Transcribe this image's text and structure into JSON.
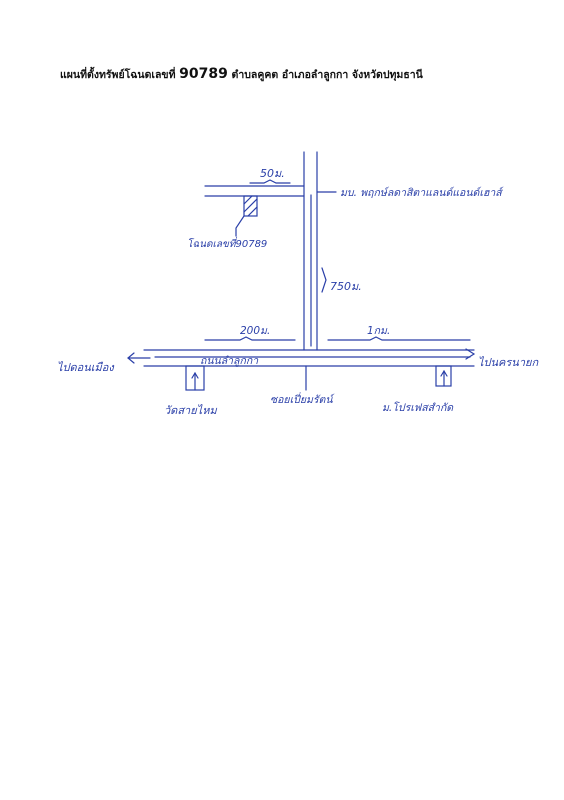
{
  "title": {
    "prefix": "แผนที่ตั้งทรัพย์โฉนดเลขที่",
    "number": "90789",
    "suffix": "ตำบลคูคต อำเภอลำลูกกา จังหวัดปทุมธานี"
  },
  "labels": {
    "dist_top": "50ม.",
    "village": "มบ. พฤกษ์ลดาสิตาแลนด์แอนด์เฮาส์",
    "deed": "โฉนดเลขที่90789",
    "dist_vertical": "750ม.",
    "dist_left": "200ม.",
    "dist_right": "1กม.",
    "road": "ถนนลำลูกกา",
    "to_left": "ไปดอนเมือง",
    "to_right": "ไปนครนายก",
    "temple": "วัดสายไหม",
    "soi": "ซอยเปี่ยมรัตน์",
    "university": "ม.โปรเฟสสำกัด"
  },
  "colors": {
    "ink": "#2a3fa8",
    "title": "#111111"
  }
}
